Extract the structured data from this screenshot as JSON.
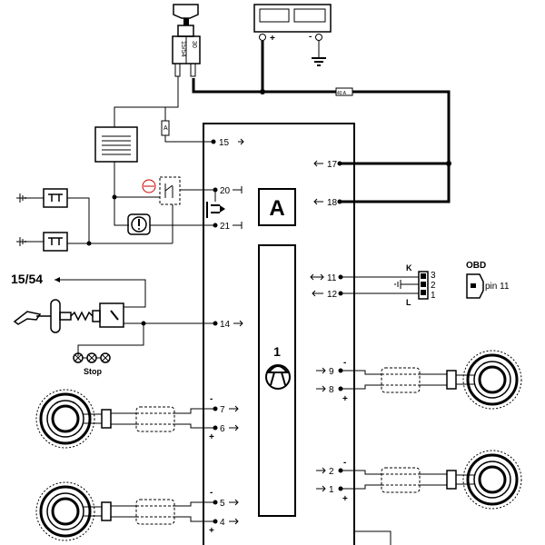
{
  "ecu": {
    "label_a": "A",
    "label_1": "1"
  },
  "pins": {
    "p15": "15",
    "p20": "20",
    "p21": "21",
    "p14": "14",
    "p17": "17",
    "p18": "18",
    "p11": "11",
    "p12": "12",
    "p9": "9",
    "p8": "8",
    "p7": "7",
    "p6": "6",
    "p5": "5",
    "p4": "4",
    "p2": "2",
    "p1": "1"
  },
  "polarity": {
    "minus": "-",
    "plus": "+"
  },
  "battery": {
    "plus": "+",
    "minus": "-"
  },
  "fuse_main": "40 A",
  "fuse_small": "A",
  "ignition": {
    "t30": "30",
    "t1554": "15/54"
  },
  "output_label": "15/54",
  "stop_label": "Stop",
  "obd": {
    "title": "OBD",
    "pin": "pin 11",
    "k": "K",
    "l": "L",
    "n3": "3",
    "n2": "2",
    "n1": "1"
  }
}
